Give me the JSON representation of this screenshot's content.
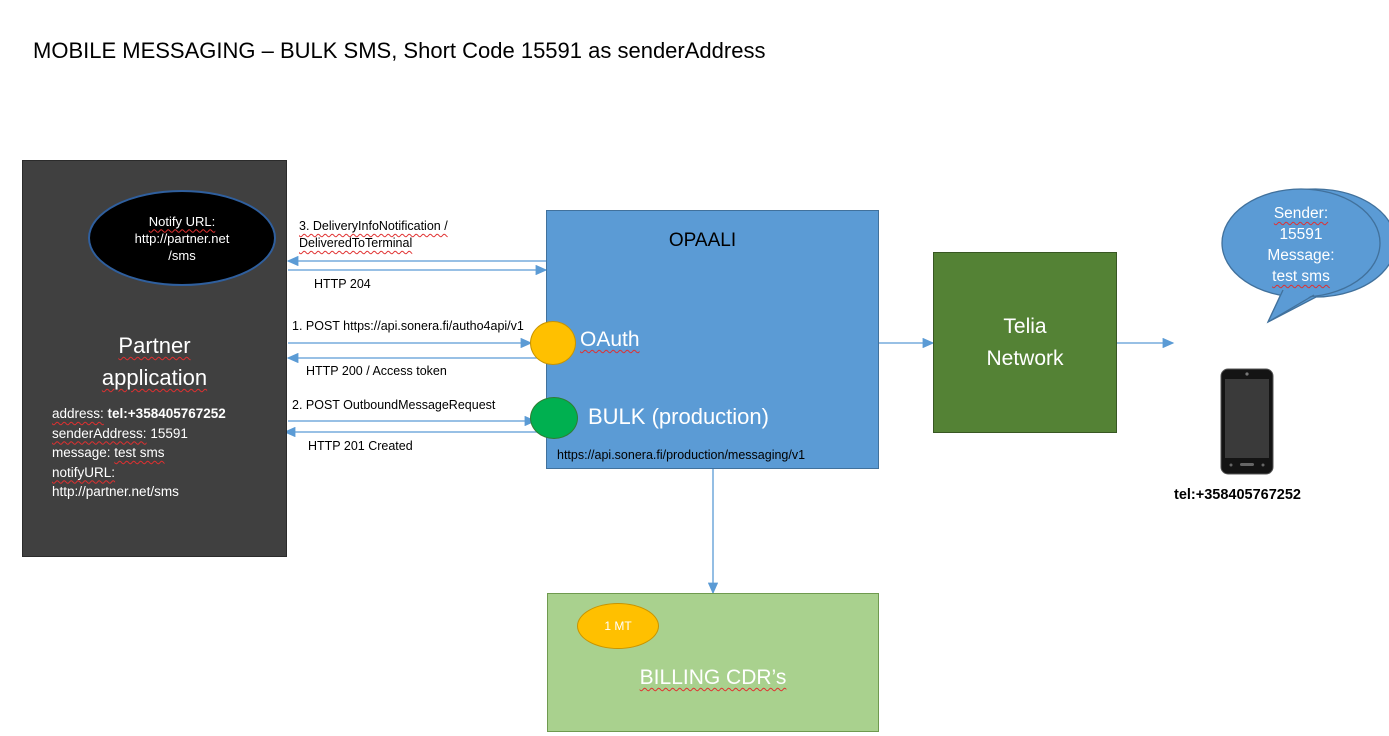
{
  "title": "MOBILE MESSAGING – BULK SMS, Short Code 15591 as senderAddress",
  "partner": {
    "notify_line1": "Notify URL:",
    "notify_line2": "http://partner.net",
    "notify_line3": "/sms",
    "title_line1": "Partner",
    "title_line2": "application",
    "address_key": "address:",
    "address_value": "tel:+358405767252",
    "sender_key": "senderAddress:",
    "sender_value": "15591",
    "message_key": "message:",
    "message_value": "test sms",
    "notify_key": "notifyURL:",
    "notify_value": "http://partner.net/sms"
  },
  "opaali": {
    "title": "OPAALI",
    "oauth": "OAuth",
    "bulk": "BULK (production)",
    "bulk_url": "https://api.sonera.fi/production/messaging/v1"
  },
  "telia": {
    "line1": "Telia",
    "line2": "Network"
  },
  "billing": {
    "badge": "1 MT",
    "title": "BILLING CDR’s"
  },
  "flows": {
    "delivery_line1": "3. DeliveryInfoNotification /",
    "delivery_line2": "DeliveredToTerminal",
    "http204": "HTTP 204",
    "post_auth": "1. POST https://api.sonera.fi/autho4api/v1",
    "http200": "HTTP 200 / Access token",
    "post_outbound": "2. POST OutboundMessageRequest",
    "http201": "HTTP 201 Created"
  },
  "bubble": {
    "line1": "Sender:",
    "line2": "15591",
    "line3": "Message:",
    "line4": "test sms"
  },
  "phone": {
    "number": "tel:+358405767252"
  },
  "colors": {
    "partner_bg": "#404040",
    "opaali_bg": "#5b9bd5",
    "telia_bg": "#548235",
    "billing_bg": "#a9d18e",
    "oauth_circle": "#ffc000",
    "bulk_circle": "#00b050",
    "arrow": "#5b9bd5"
  }
}
